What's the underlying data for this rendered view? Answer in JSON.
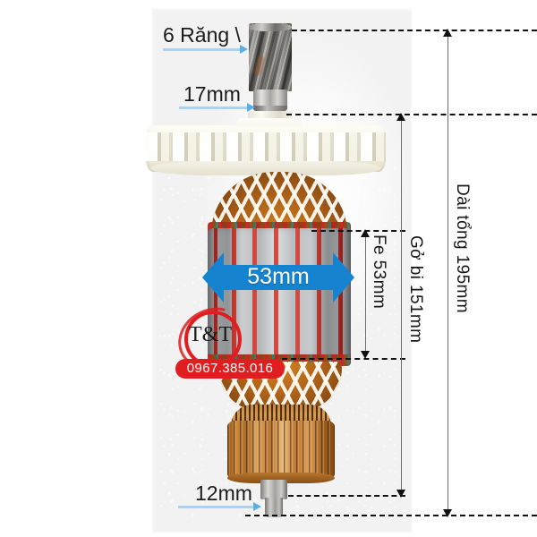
{
  "image": {
    "subject": "motor-armature-rotor",
    "background_color": "#ffffff"
  },
  "annotations": {
    "teeth": {
      "label": "6 Răng \\",
      "arrow": "light-blue-right-arrow"
    },
    "shaft_top": {
      "label": "17mm",
      "arrow": "light-blue-right-arrow"
    },
    "core_diameter": {
      "label": "53mm",
      "arrow": "blue-double-arrow",
      "color": "#1683d0",
      "text_color": "#ffffff"
    },
    "core_length": {
      "label": "Fe 53mm",
      "arrow": "vertical-double-arrow"
    },
    "bearing_length": {
      "label": "Gở bi 151mm",
      "arrow": "vertical-double-arrow"
    },
    "total_length": {
      "label": "Dài tổng 195mm",
      "arrow": "vertical-double-arrow"
    },
    "shaft_bottom": {
      "label": "12mm",
      "arrow": "light-blue-right-arrow"
    }
  },
  "watermark": {
    "brand": "T&T",
    "phone": "0967.385.016",
    "accent_color": "#e01d20"
  }
}
